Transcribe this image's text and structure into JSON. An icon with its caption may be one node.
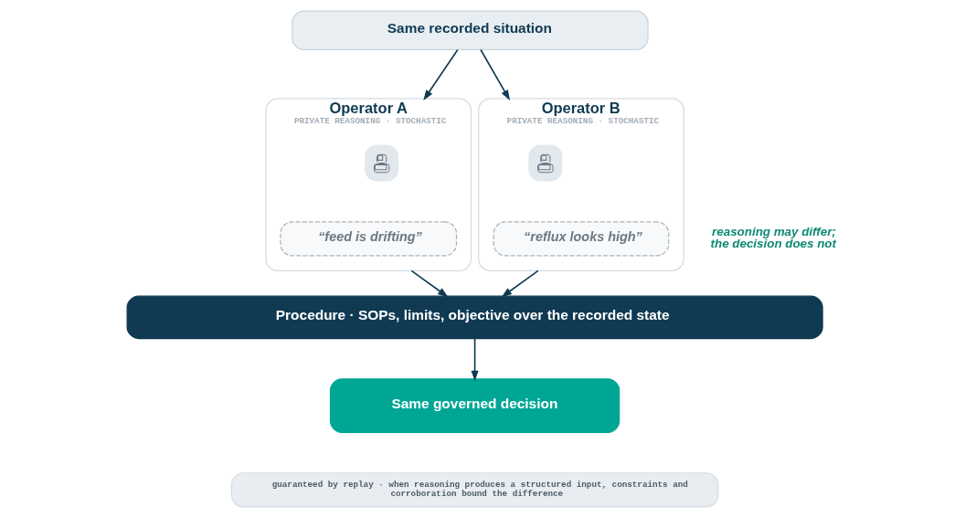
{
  "diagram": {
    "nodes": [
      {
        "text": [
          "Same recorded situation"
        ]
      },
      {
        "text": [
          "Operator A",
          "PRIVATE REASONING · STOCHASTIC"
        ]
      },
      {
        "text": [],
        "shape": "person",
        "in": 1
      },
      {
        "text": [
          "“feed is drifting”"
        ],
        "in": 1
      },
      {
        "text": [
          "Operator B",
          "PRIVATE REASONING · STOCHASTIC"
        ]
      },
      {
        "text": [],
        "shape": "person",
        "in": 4
      },
      {
        "text": [
          "“reflux looks high”"
        ],
        "in": 4
      },
      {
        "text": [
          "Procedure · SOPs, limits, objective over the recorded state"
        ]
      },
      {
        "text": [
          "Same governed decision"
        ]
      },
      {
        "text": [
          "guaranteed by replay · when reasoning produces a structured input, constraints and corroboration bound the difference"
        ]
      }
    ],
    "edges": [
      {
        "from": 0,
        "to": 1,
        "arrow": "to"
      },
      {
        "from": 0,
        "to": 4,
        "arrow": "to"
      },
      {
        "from": 1,
        "to": 7,
        "arrow": "to"
      },
      {
        "from": 4,
        "to": 7,
        "arrow": "to"
      },
      {
        "from": 7,
        "to": 8,
        "arrow": "to"
      }
    ],
    "labels": [
      "reasoning may differ; the decision does not"
    ]
  }
}
